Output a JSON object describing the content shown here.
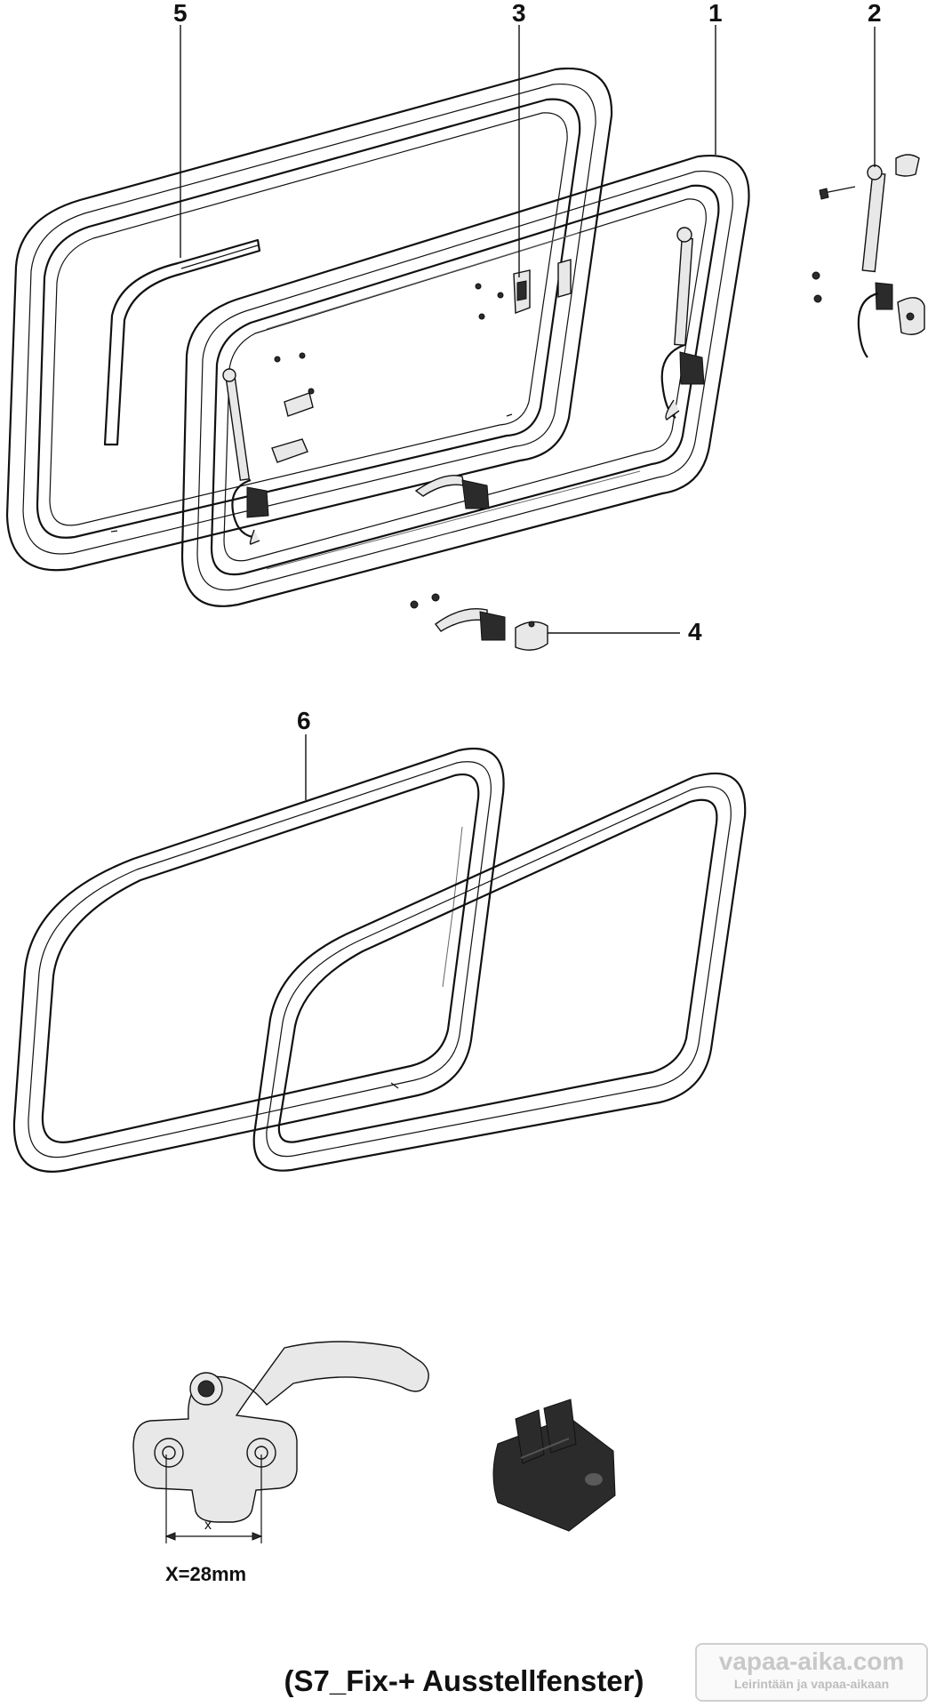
{
  "labels": {
    "part_1": "1",
    "part_2": "2",
    "part_3": "3",
    "part_4": "4",
    "part_5": "5",
    "part_6": "6"
  },
  "dimension": {
    "symbol": "x",
    "text": "X=28mm"
  },
  "caption": "(S7_Fix-+ Ausstellfenster)",
  "watermark": {
    "title": "vapaa-aika.com",
    "subtitle": "Leirintään ja vapaa-aikaan"
  },
  "colors": {
    "line": "#111111",
    "part_fill": "#2b2b2b",
    "watermark": "#c8c8c8"
  }
}
